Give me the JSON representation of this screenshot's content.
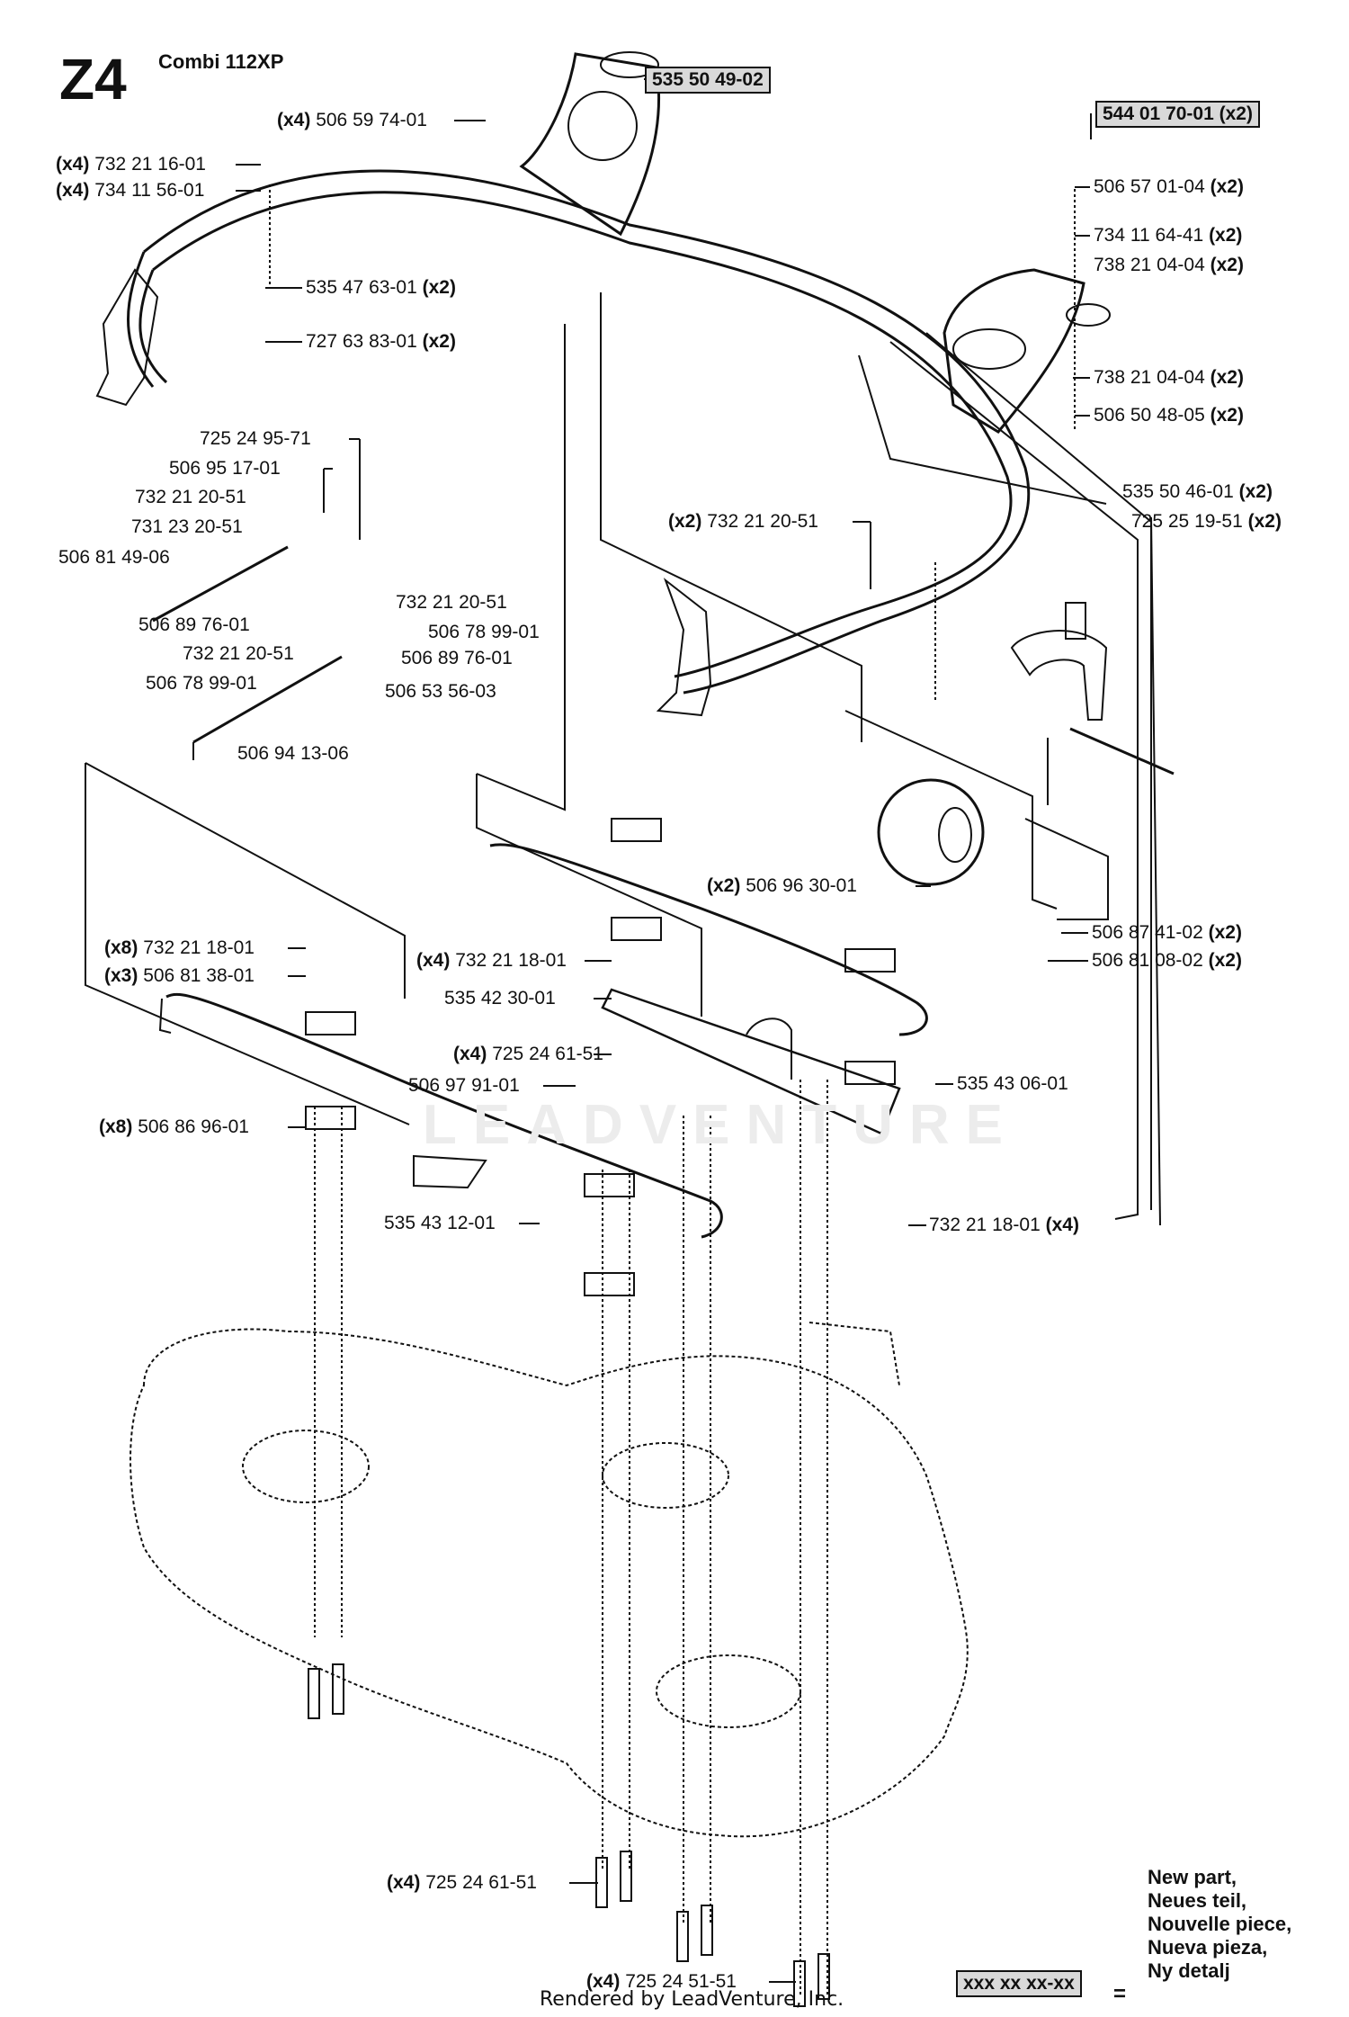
{
  "header": {
    "code": "Z4",
    "model": "Combi 112XP"
  },
  "boxed_parts": [
    {
      "id": "535 50 49-02",
      "qty": ""
    },
    {
      "id": "544 01 70-01",
      "qty": "(x2)"
    }
  ],
  "labels": [
    {
      "qty": "(x4)",
      "part": "506 59 74-01"
    },
    {
      "qty": "(x4)",
      "part": "732 21 16-01"
    },
    {
      "qty": "(x4)",
      "part": "734 11 56-01"
    },
    {
      "qty": "(x2)",
      "part": "535 47 63-01"
    },
    {
      "qty": "(x2)",
      "part": "727 63 83-01"
    },
    {
      "qty": "",
      "part": "725 24 95-71"
    },
    {
      "qty": "",
      "part": "506 95 17-01"
    },
    {
      "qty": "",
      "part": "732 21 20-51"
    },
    {
      "qty": "",
      "part": "731 23 20-51"
    },
    {
      "qty": "",
      "part": "506 81 49-06"
    },
    {
      "qty": "",
      "part": "506 89 76-01"
    },
    {
      "qty": "",
      "part": "732 21 20-51"
    },
    {
      "qty": "",
      "part": "506 78 99-01"
    },
    {
      "qty": "",
      "part": "732 21 20-51"
    },
    {
      "qty": "",
      "part": "506 78 99-01"
    },
    {
      "qty": "",
      "part": "506 89 76-01"
    },
    {
      "qty": "",
      "part": "506 53 56-03"
    },
    {
      "qty": "",
      "part": "506 94 13-06"
    },
    {
      "qty": "(x2)",
      "part": "506 57 01-04"
    },
    {
      "qty": "(x2)",
      "part": "734 11 64-41"
    },
    {
      "qty": "(x2)",
      "part": "738 21 04-04"
    },
    {
      "qty": "(x2)",
      "part": "738 21 04-04"
    },
    {
      "qty": "(x2)",
      "part": "506 50 48-05"
    },
    {
      "qty": "(x2)",
      "part": "535 50 46-01"
    },
    {
      "qty": "(x2)",
      "part": "725 25 19-51"
    },
    {
      "qty": "(x2)",
      "part": "732 21 20-51"
    },
    {
      "qty": "(x2)",
      "part": "506 96 30-01"
    },
    {
      "qty": "(x2)",
      "part": "506 87 41-02"
    },
    {
      "qty": "(x2)",
      "part": "506 81 08-02"
    },
    {
      "qty": "(x8)",
      "part": "732 21 18-01"
    },
    {
      "qty": "(x3)",
      "part": "506 81 38-01"
    },
    {
      "qty": "(x4)",
      "part": "732 21 18-01"
    },
    {
      "qty": "",
      "part": "535 42 30-01"
    },
    {
      "qty": "(x4)",
      "part": "725 24 61-51"
    },
    {
      "qty": "",
      "part": "506 97 91-01"
    },
    {
      "qty": "(x8)",
      "part": "506 86 96-01"
    },
    {
      "qty": "",
      "part": "535 43 06-01"
    },
    {
      "qty": "",
      "part": "535 43 12-01"
    },
    {
      "qty": "(x4)",
      "part": "732 21 18-01"
    },
    {
      "qty": "(x4)",
      "part": "725 24 61-51"
    },
    {
      "qty": "(x4)",
      "part": "725 24 51-51"
    }
  ],
  "legend": {
    "lines": [
      "New part,",
      "Neues teil,",
      "Nouvelle piece,",
      "Nueva pieza,",
      "Ny detalj"
    ],
    "box": "xxx xx xx-xx",
    "equals": "="
  },
  "footer": "Rendered by LeadVenture, Inc.",
  "watermark": "LEADVENTURE"
}
